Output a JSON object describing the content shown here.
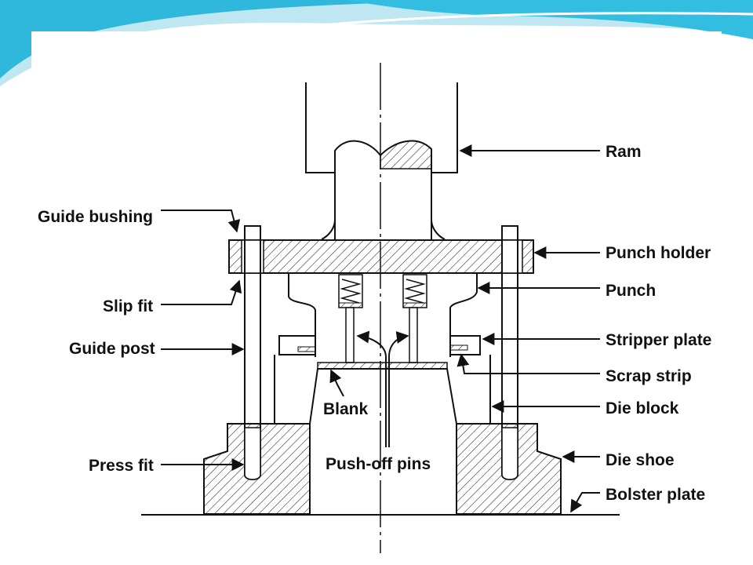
{
  "slide": {
    "accent_color": "#2fb8dc",
    "accent_light": "#bfe7f2",
    "background": "#ffffff"
  },
  "diagram": {
    "labels": {
      "ram": "Ram",
      "guide_bushing": "Guide bushing",
      "punch_holder": "Punch holder",
      "punch": "Punch",
      "slip_fit": "Slip fit",
      "guide_post": "Guide post",
      "stripper_plate": "Stripper plate",
      "scrap_strip": "Scrap strip",
      "blank": "Blank",
      "die_block": "Die block",
      "press_fit": "Press fit",
      "push_off_pins": "Push-off pins",
      "die_shoe": "Die shoe",
      "bolster_plate": "Bolster plate"
    }
  }
}
